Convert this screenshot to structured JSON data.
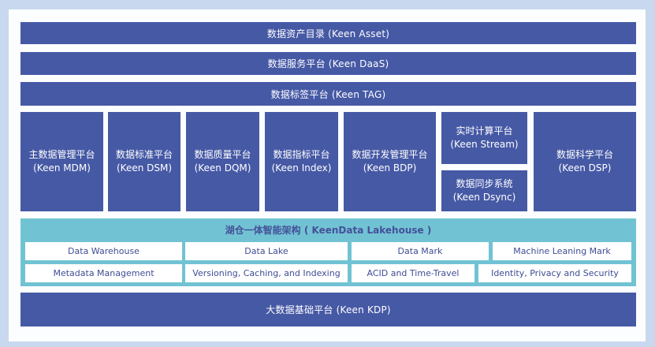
{
  "diagram": {
    "top_layers": [
      {
        "label": "数据资产目录 (Keen Asset)"
      },
      {
        "label": "数据服务平台 (Keen DaaS)"
      },
      {
        "label": "数据标签平台 (Keen TAG)"
      }
    ],
    "modules": [
      {
        "name": "主数据管理平台",
        "code": "(Keen MDM)"
      },
      {
        "name": "数据标准平台",
        "code": "(Keen DSM)"
      },
      {
        "name": "数据质量平台",
        "code": "(Keen DQM)"
      },
      {
        "name": "数据指标平台",
        "code": "(Keen Index)"
      },
      {
        "name": "数据开发管理平台",
        "code": "(Keen BDP)"
      },
      {
        "name": "实时计算平台",
        "code": "(Keen Stream)"
      },
      {
        "name": "数据同步系统",
        "code": "(Keen Dsync)"
      },
      {
        "name": "数据科学平台",
        "code": "(Keen DSP)"
      }
    ],
    "lakehouse": {
      "title": "湖仓一体智能架构 ( KeenData Lakehouse )",
      "row1": [
        "Data Warehouse",
        "Data Lake",
        "Data Mark",
        "Machine Leaning Mark"
      ],
      "row2": [
        "Metadata Management",
        "Versioning, Caching, and Indexing",
        "ACID and Time-Travel",
        "Identity, Privacy and Security"
      ]
    },
    "base_layer": {
      "label": "大数据基础平台 (Keen KDP)"
    },
    "colors": {
      "background": "#c8d8ee",
      "panel": "#fcfdfe",
      "block": "#4659a5",
      "lakehouse": "#71c3d3",
      "lakehouse_text": "#45509a",
      "cell_text": "#3f4c95"
    }
  }
}
